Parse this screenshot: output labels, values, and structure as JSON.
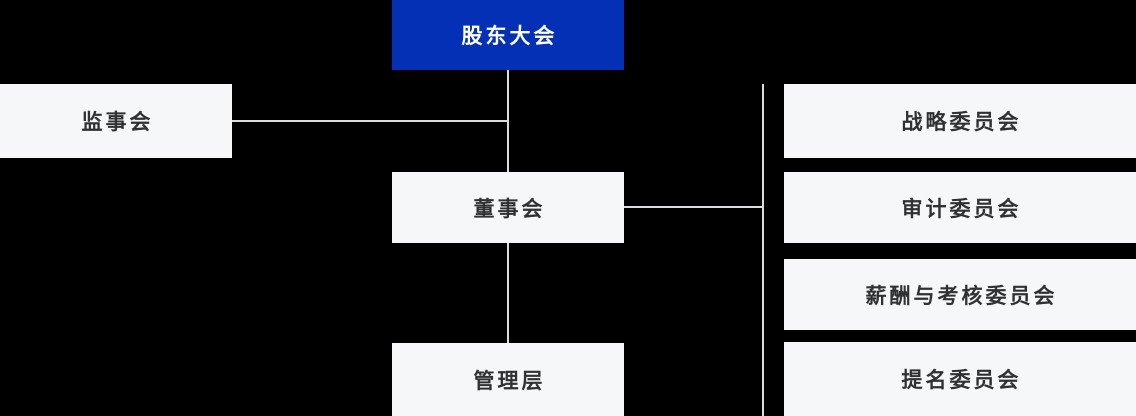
{
  "org_chart": {
    "type": "org-hierarchy-diagram",
    "nodes": {
      "shareholders": {
        "label": "股东大会",
        "style": "primary"
      },
      "supervisory": {
        "label": "监事会"
      },
      "board": {
        "label": "董事会"
      },
      "management": {
        "label": "管理层"
      },
      "strategy": {
        "label": "战略委员会"
      },
      "audit": {
        "label": "审计委员会"
      },
      "remuneration": {
        "label": "薪酬与考核委员会"
      },
      "nomination": {
        "label": "提名委员会"
      }
    },
    "edges": [
      {
        "from": "股东大会",
        "to": "监事会"
      },
      {
        "from": "股东大会",
        "to": "董事会"
      },
      {
        "from": "董事会",
        "to": "管理层"
      },
      {
        "from": "董事会",
        "to": "战略委员会"
      },
      {
        "from": "董事会",
        "to": "审计委员会"
      },
      {
        "from": "董事会",
        "to": "薪酬与考核委员会"
      },
      {
        "from": "董事会",
        "to": "提名委员会"
      }
    ],
    "colors": {
      "background": "#000000",
      "primary_node_bg": "#0330b5",
      "primary_node_text": "#ffffff",
      "node_bg": "#f6f7f9",
      "node_text": "#303133",
      "connector": "#dcddde"
    }
  }
}
